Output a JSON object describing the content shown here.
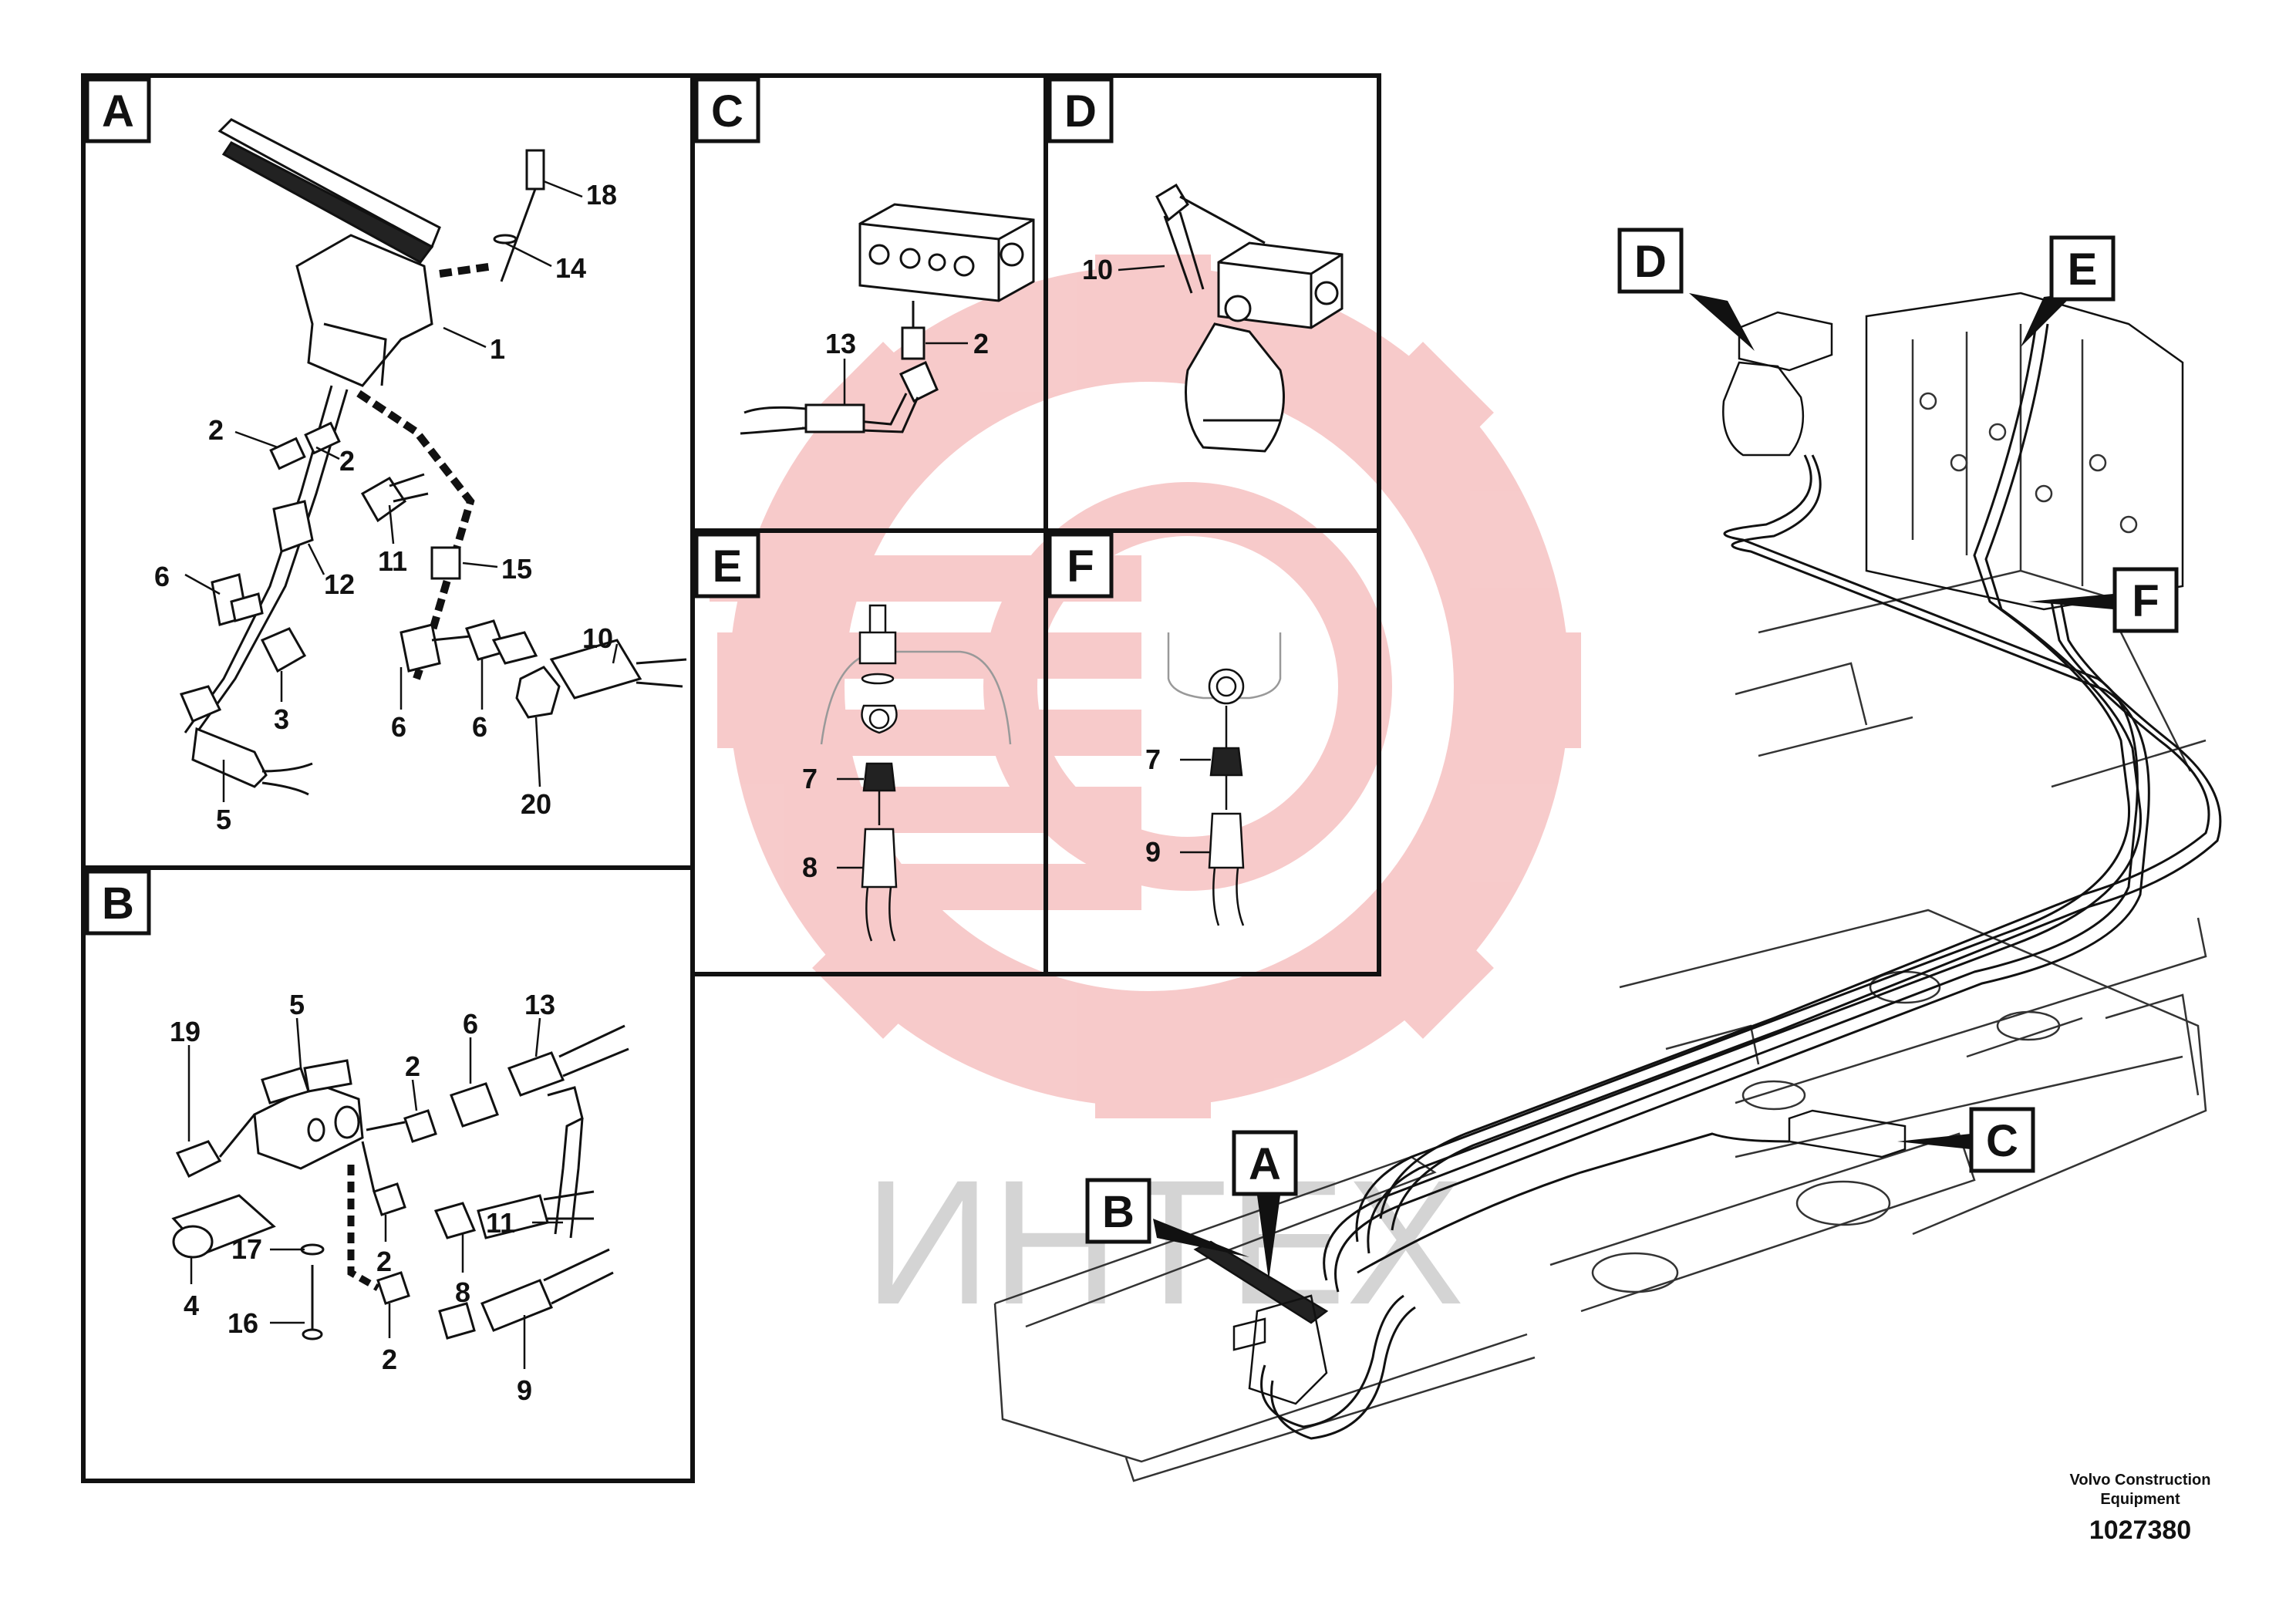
{
  "panels": [
    {
      "id": "A",
      "label": "A"
    },
    {
      "id": "B",
      "label": "B"
    },
    {
      "id": "C",
      "label": "C"
    },
    {
      "id": "D",
      "label": "D"
    },
    {
      "id": "E",
      "label": "E"
    },
    {
      "id": "F",
      "label": "F"
    }
  ],
  "callouts": {
    "A": [
      "18",
      "14",
      "1",
      "2",
      "2",
      "11",
      "12",
      "15",
      "6",
      "3",
      "10",
      "6",
      "6",
      "20",
      "5"
    ],
    "B": [
      "19",
      "5",
      "2",
      "6",
      "13",
      "11",
      "4",
      "17",
      "2",
      "8",
      "16",
      "2",
      "9"
    ],
    "C": [
      "13",
      "2"
    ],
    "D": [
      "10"
    ],
    "E": [
      "7",
      "8"
    ],
    "F": [
      "7",
      "9"
    ]
  },
  "overview_labels": [
    "D",
    "E",
    "F",
    "A",
    "B",
    "C"
  ],
  "watermark": {
    "text": "ИНТЕХ",
    "color": "#f4b4b4"
  },
  "footer": {
    "company": "Volvo Construction",
    "company2": "Equipment",
    "number": "1027380"
  }
}
